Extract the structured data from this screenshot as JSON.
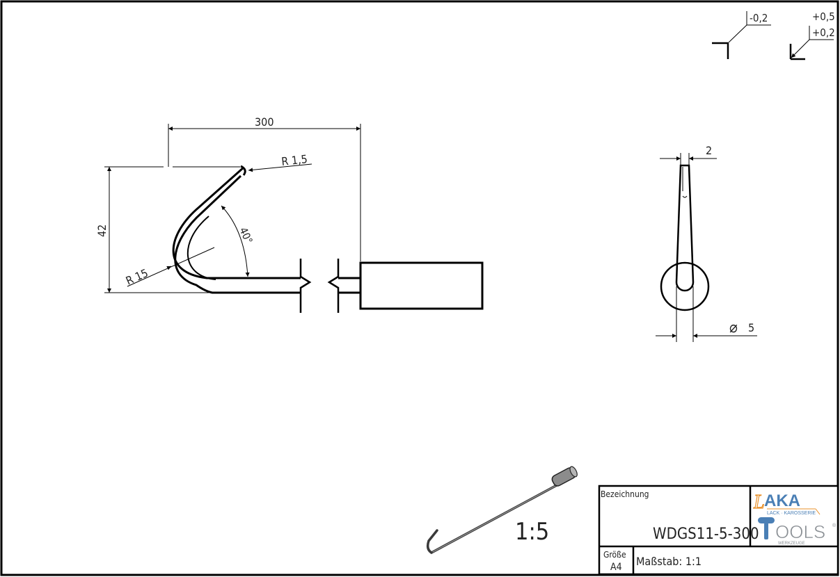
{
  "tolerances": {
    "inner_corner": "-0,2",
    "outer_corner_upper": "+0,5",
    "outer_corner_lower": "+0,2"
  },
  "dimensions": {
    "length": "300",
    "height": "42",
    "tip_radius": "R 1,5",
    "bend_radius": "R 15",
    "angle": "40°",
    "thickness": "2",
    "diameter_symbol": "⌀",
    "diameter": "5"
  },
  "preview": {
    "scale_label": "1:5"
  },
  "title_block": {
    "designation_label": "Bezeichnung",
    "designation_value": "WDGS11-5-300",
    "size_label": "Größe",
    "size_value": "A4",
    "scale_text": "Maßstab: 1:1"
  },
  "logo": {
    "top_text": "AKA",
    "top_initial": "L",
    "subline": "LACK · KAROSSERIE",
    "bottom_text": "OOLS",
    "bottom_initial": "T",
    "registered": "®",
    "bottom_subline": "WERKZEUGE",
    "colors": {
      "orange": "#e8902a",
      "blue": "#4a7fb5",
      "grey": "#8a8f94"
    }
  }
}
